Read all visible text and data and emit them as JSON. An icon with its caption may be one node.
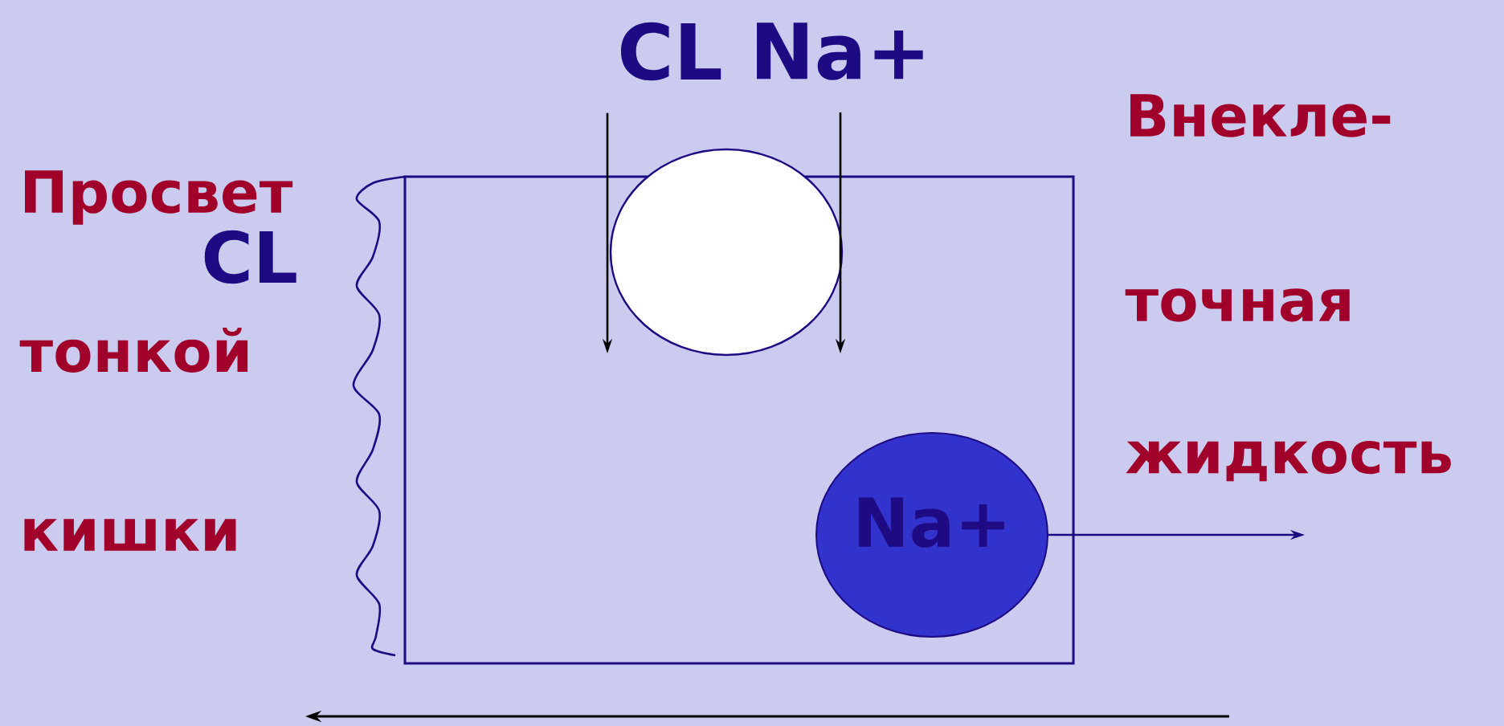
{
  "diagram": {
    "nodes": [
      {
        "text": [],
        "shape": "box"
      },
      {
        "text": [],
        "shape": "circle"
      },
      {
        "text": [
          "Na+"
        ],
        "in": 0
      },
      {
        "text": [
          "CL"
        ]
      },
      {
        "text": [
          "Na+"
        ]
      }
    ],
    "edges": [
      {
        "from": 3,
        "to": null,
        "arrow": "to"
      },
      {
        "from": 4,
        "to": null,
        "arrow": "to"
      },
      {
        "from": 2,
        "to": null,
        "arrow": "to",
        "color": "#1a0a80"
      }
    ],
    "labels": [
      "Просвет",
      "CL",
      "тонкой",
      "кишки",
      "Внекле-",
      "точная",
      "жидкость"
    ]
  }
}
